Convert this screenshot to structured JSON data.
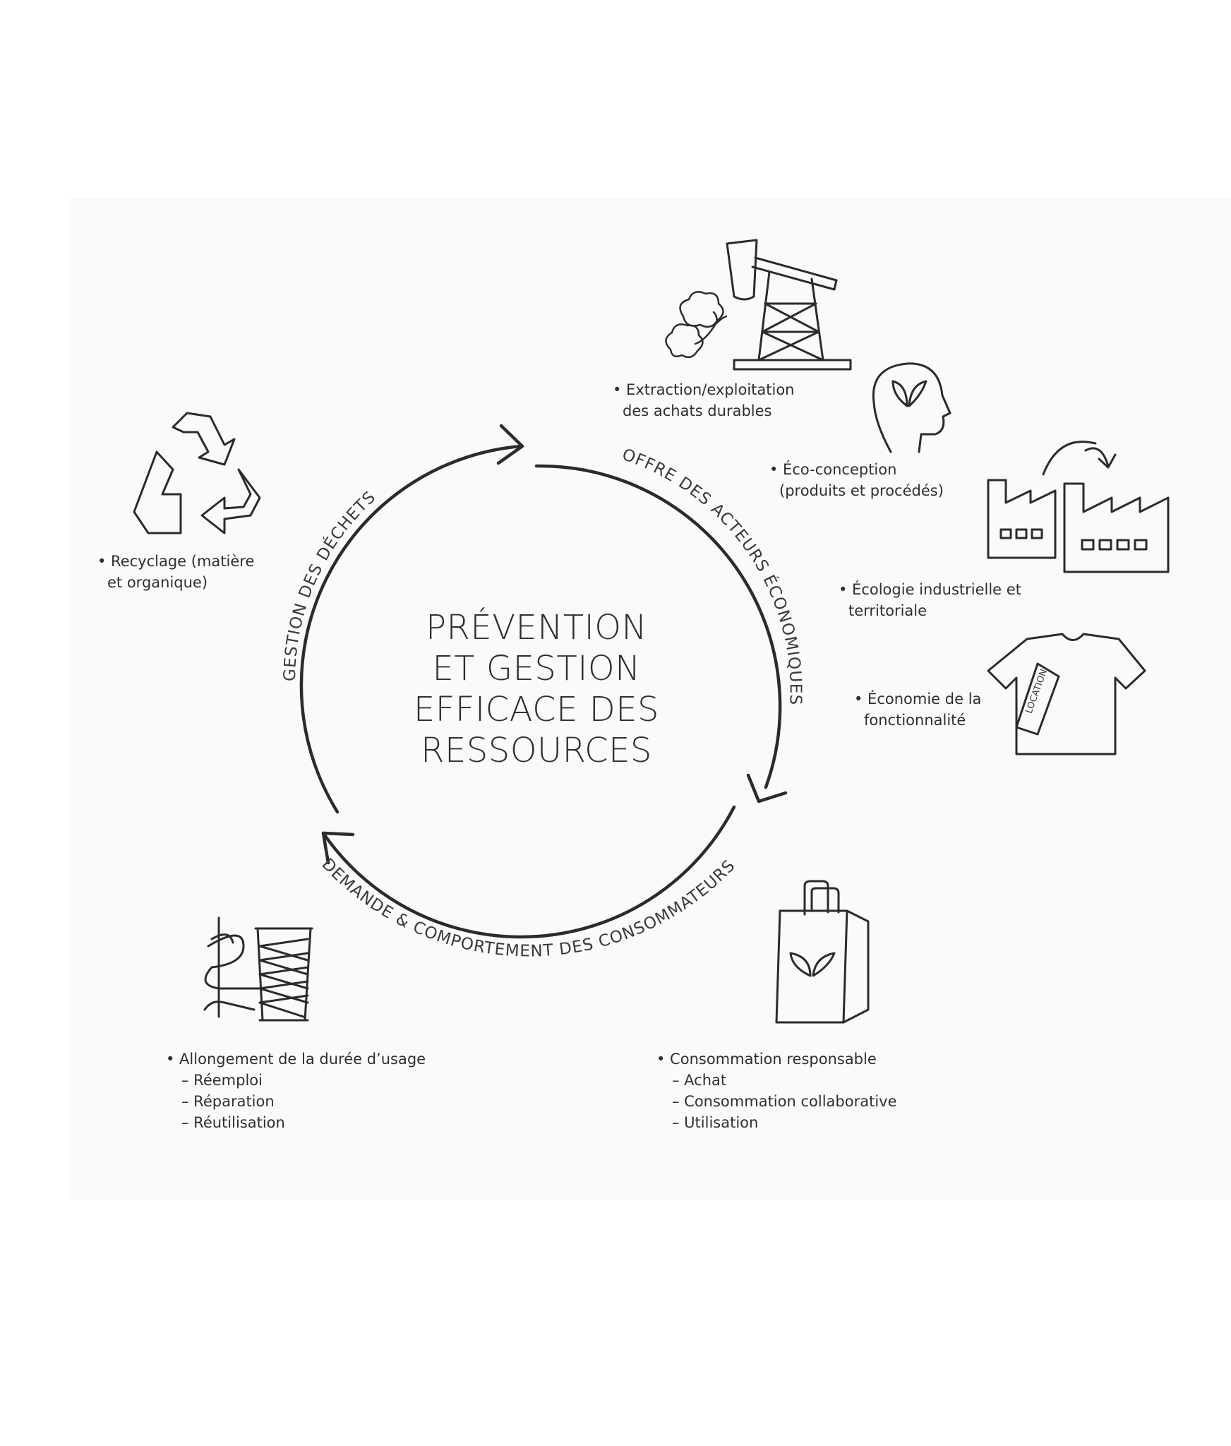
{
  "center": {
    "line1": "PRÉVENTION",
    "line2": "ET GESTION",
    "line3": "EFFICACE DES",
    "line4": "RESSOURCES"
  },
  "arcs": {
    "offre": "OFFRE DES ACTEURS ÉCONOMIQUES",
    "demande": "DEMANDE & COMPORTEMENT DES CONSOMMATEURS",
    "gestion": "GESTION DES DÉCHETS"
  },
  "items": {
    "extraction": [
      "• Extraction/exploitation",
      "des achats durables"
    ],
    "eco_conception": [
      "• Éco-conception",
      "(produits et procédés)"
    ],
    "ecologie": [
      "• Écologie industrielle et",
      "territoriale"
    ],
    "economie": [
      "• Économie de la",
      "fonctionnalité"
    ],
    "recyclage": [
      "• Recyclage (matière",
      "et organique)"
    ],
    "allongement": {
      "title": "• Allongement de la durée d’usage",
      "subs": [
        "– Réemploi",
        "– Réparation",
        "– Réutilisation"
      ]
    },
    "consommation": {
      "title": "• Consommation responsable",
      "subs": [
        "– Achat",
        "– Consommation collaborative",
        "– Utilisation"
      ]
    }
  },
  "tag_label": "LOCATION",
  "icons": [
    "oil-pump-icon",
    "cotton-icon",
    "head-leaf-icon",
    "factory-icon",
    "tshirt-tag-icon",
    "recycle-icon",
    "thread-spool-icon",
    "shopping-bag-icon"
  ],
  "colors": {
    "line": "#2b2b2b",
    "panel": "#fafafa"
  }
}
